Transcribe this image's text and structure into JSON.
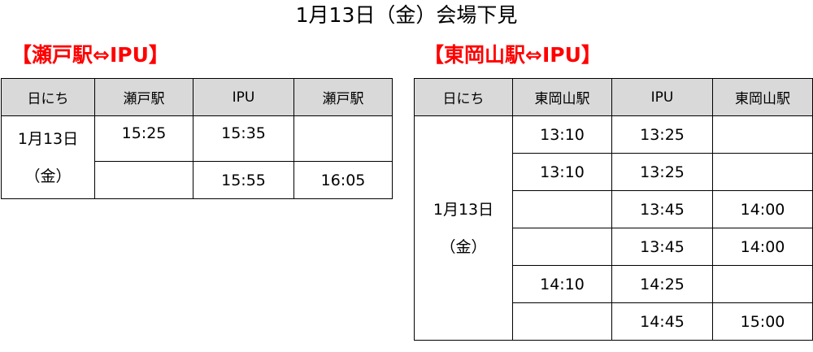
{
  "title": "1月13日（金）会場下見",
  "left": {
    "heading": "【瀬戸駅⇔IPU】",
    "headers": [
      "日にち",
      "瀬戸駅",
      "IPU",
      "瀬戸駅"
    ],
    "date_line1": "1月13日",
    "date_line2": "（金）",
    "rows": [
      [
        "15:25",
        "15:35",
        ""
      ],
      [
        "",
        "15:55",
        "16:05"
      ]
    ]
  },
  "right": {
    "heading": "【東岡山駅⇔IPU】",
    "headers": [
      "日にち",
      "東岡山駅",
      "IPU",
      "東岡山駅"
    ],
    "date_line1": "1月13日",
    "date_line2": "（金）",
    "rows": [
      [
        "13:10",
        "13:25",
        ""
      ],
      [
        "13:10",
        "13:25",
        ""
      ],
      [
        "",
        "13:45",
        "14:00"
      ],
      [
        "",
        "13:45",
        "14:00"
      ],
      [
        "14:10",
        "14:25",
        ""
      ],
      [
        "",
        "14:45",
        "15:00"
      ]
    ]
  }
}
